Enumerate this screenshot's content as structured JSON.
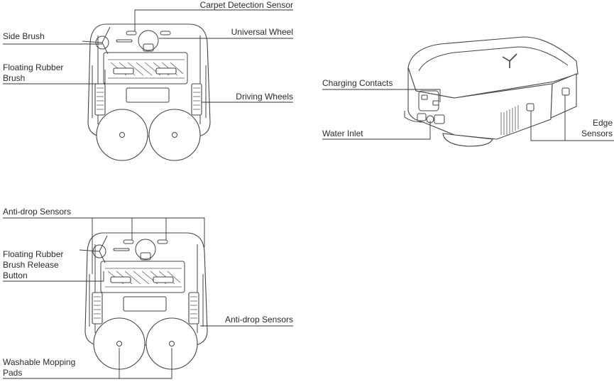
{
  "labels": {
    "carpet_detection_sensor": "Carpet Detection Sensor",
    "side_brush": "Side Brush",
    "universal_wheel": "Universal Wheel",
    "floating_rubber_brush": "Floating Rubber Brush",
    "driving_wheels": "Driving Wheels",
    "charging_contacts": "Charging Contacts",
    "water_inlet": "Water Inlet",
    "edge_sensors": "Edge Sensors",
    "anti_drop_sensors_top": "Anti-drop Sensors",
    "floating_rubber_brush_release_button": "Floating Rubber Brush Release Button",
    "anti_drop_sensors_right": "Anti-drop Sensors",
    "washable_mopping_pads": "Washable Mopping Pads"
  },
  "colors": {
    "line": "#333333",
    "text": "#2a2a2a",
    "background": "#ffffff"
  }
}
